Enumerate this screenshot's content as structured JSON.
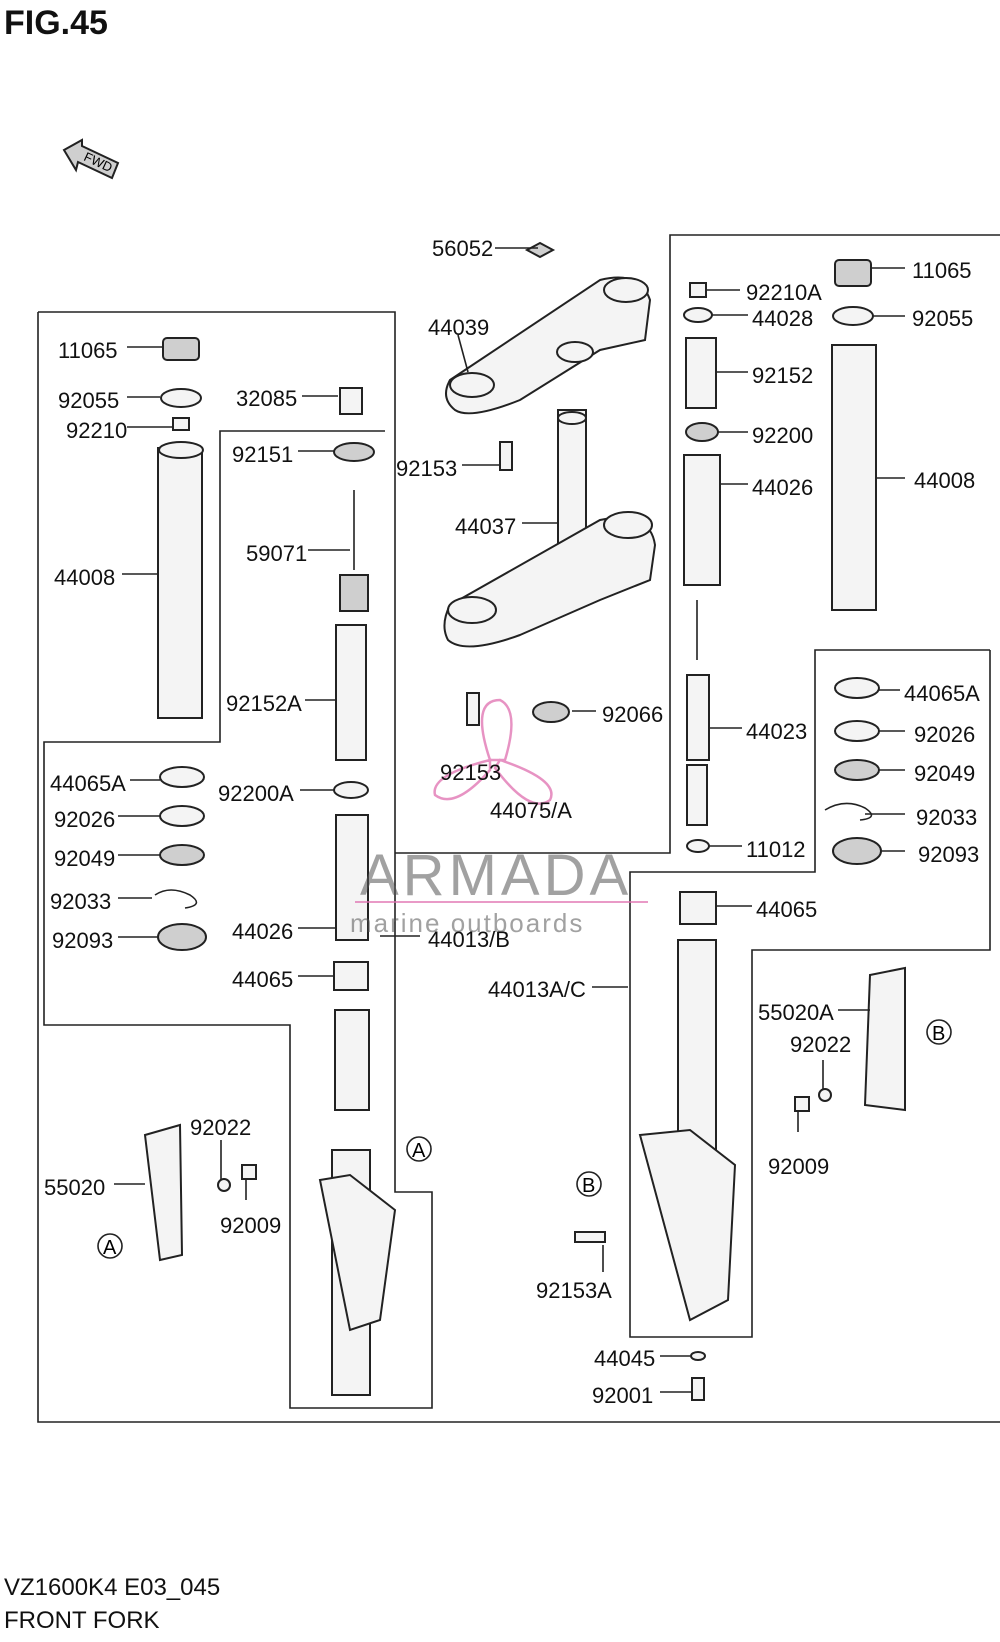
{
  "figure": {
    "title": "FIG.45",
    "model": "VZ1600K4 E03_045",
    "section": "FRONT FORK",
    "fwd_tag": "FWD"
  },
  "watermark": {
    "brand": "ARMADA",
    "tagline": "marine outboards",
    "brand_color": "#555555",
    "accent_color": "#e070b0"
  },
  "callouts": {
    "ref_a": "A",
    "ref_b": "B"
  },
  "labels": [
    {
      "id": "p56052",
      "text": "56052"
    },
    {
      "id": "p44039",
      "text": "44039"
    },
    {
      "id": "p92153_top",
      "text": "92153"
    },
    {
      "id": "p44037",
      "text": "44037"
    },
    {
      "id": "p92066",
      "text": "92066"
    },
    {
      "id": "p92153_mid",
      "text": "92153"
    },
    {
      "id": "p44075A",
      "text": "44075/A"
    },
    {
      "id": "p11065_l",
      "text": "11065"
    },
    {
      "id": "p92055_l",
      "text": "92055"
    },
    {
      "id": "p92210_l",
      "text": "92210"
    },
    {
      "id": "p32085",
      "text": "32085"
    },
    {
      "id": "p92151",
      "text": "92151"
    },
    {
      "id": "p44008_l",
      "text": "44008"
    },
    {
      "id": "p59071",
      "text": "59071"
    },
    {
      "id": "p92152A",
      "text": "92152A"
    },
    {
      "id": "p44065A_l",
      "text": "44065A"
    },
    {
      "id": "p92200A",
      "text": "92200A"
    },
    {
      "id": "p92026_l",
      "text": "92026"
    },
    {
      "id": "p92049_l",
      "text": "92049"
    },
    {
      "id": "p92033_l",
      "text": "92033"
    },
    {
      "id": "p92093_l",
      "text": "92093"
    },
    {
      "id": "p44026_l",
      "text": "44026"
    },
    {
      "id": "p44013B",
      "text": "44013/B"
    },
    {
      "id": "p44065_l",
      "text": "44065"
    },
    {
      "id": "p92022_l",
      "text": "92022"
    },
    {
      "id": "p55020",
      "text": "55020"
    },
    {
      "id": "p92009_l",
      "text": "92009"
    },
    {
      "id": "p92210A",
      "text": "92210A"
    },
    {
      "id": "p44028",
      "text": "44028"
    },
    {
      "id": "p92152",
      "text": "92152"
    },
    {
      "id": "p92200",
      "text": "92200"
    },
    {
      "id": "p44026_r",
      "text": "44026"
    },
    {
      "id": "p44023",
      "text": "44023"
    },
    {
      "id": "p11012",
      "text": "11012"
    },
    {
      "id": "p44065_r",
      "text": "44065"
    },
    {
      "id": "p11065_r",
      "text": "11065"
    },
    {
      "id": "p92055_r",
      "text": "92055"
    },
    {
      "id": "p44008_r",
      "text": "44008"
    },
    {
      "id": "p44065A_r",
      "text": "44065A"
    },
    {
      "id": "p92026_r",
      "text": "92026"
    },
    {
      "id": "p92049_r",
      "text": "92049"
    },
    {
      "id": "p92033_r",
      "text": "92033"
    },
    {
      "id": "p92093_r",
      "text": "92093"
    },
    {
      "id": "p44013AC",
      "text": "44013A/C"
    },
    {
      "id": "p55020A",
      "text": "55020A"
    },
    {
      "id": "p92022_r",
      "text": "92022"
    },
    {
      "id": "p92009_r",
      "text": "92009"
    },
    {
      "id": "p92153A",
      "text": "92153A"
    },
    {
      "id": "p44045",
      "text": "44045"
    },
    {
      "id": "p92001",
      "text": "92001"
    }
  ]
}
